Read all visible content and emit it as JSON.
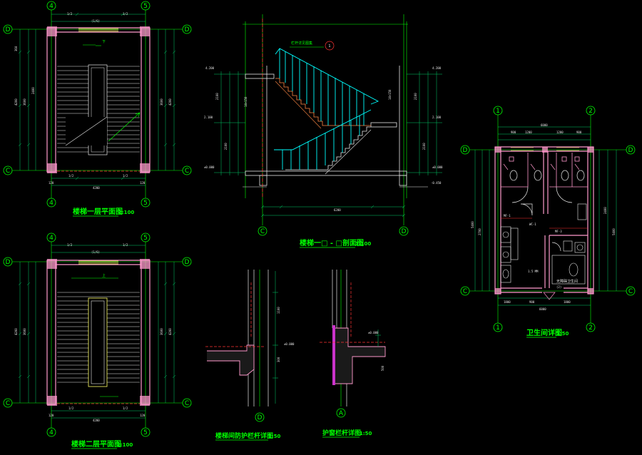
{
  "colors": {
    "background": "#000000",
    "grid_line": "#00ff00",
    "wall": "#ff99cc",
    "dimension": "#00cc66",
    "railing": "#00ffff",
    "axis": "#ff3333",
    "text": "#e8e8e8"
  },
  "plan1": {
    "title": "楼梯一层平面图",
    "scale": "1:100",
    "axis_left": "4",
    "axis_right": "5",
    "axis_top": "D",
    "axis_bottom": "C",
    "down_label": "下",
    "bottom_dim": "4200"
  },
  "plan2": {
    "title": "楼梯二层平面图",
    "scale": "1:100",
    "axis_left": "4",
    "axis_right": "5",
    "axis_top": "D",
    "axis_bottom": "C",
    "up_label": "上",
    "bottom_dim": "4200"
  },
  "section": {
    "title": "楼梯一□ - □剖面图",
    "scale": "1:100",
    "axis_left": "C",
    "axis_right": "D",
    "railing_note": "栏杆详见图集",
    "detail_ref": "1",
    "overall_dim": "6200",
    "level_top": "4.200",
    "level_mid": "2.100",
    "level_ground": "±0.000",
    "level_base": "-0.450"
  },
  "detail1": {
    "title": "楼梯间防护栏杆详图",
    "scale": "1:50",
    "axis": "D"
  },
  "detail2": {
    "title": "护窗栏杆详图",
    "scale": "1:50",
    "axis": "A"
  },
  "restroom": {
    "title": "卫生间详图",
    "scale": "1:50",
    "axis_left": "1",
    "axis_right": "2",
    "axis_top": "D",
    "axis_bottom": "C",
    "room_label": "无障碍卫生间",
    "top_dim": "6000",
    "bottom_dim": "6000"
  }
}
